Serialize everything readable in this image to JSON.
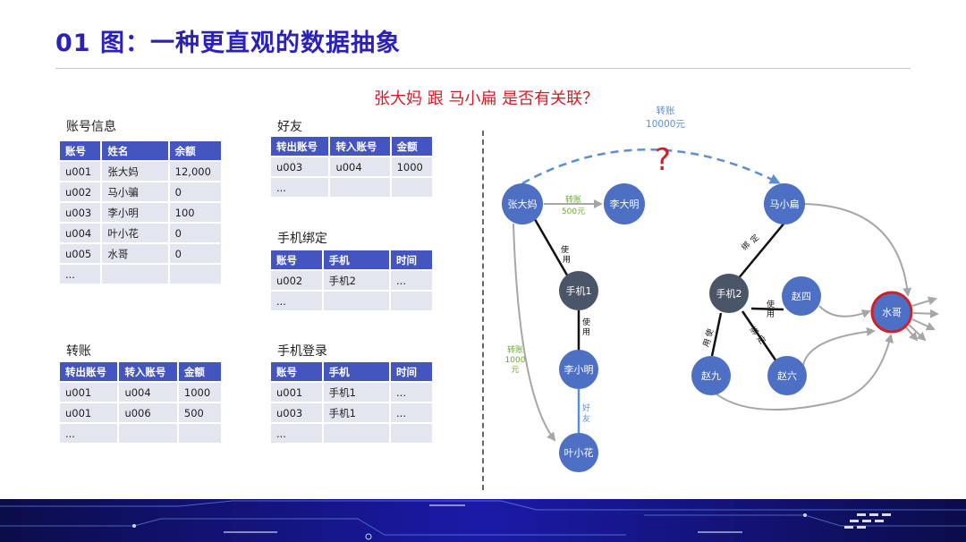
{
  "title": "01 图：一种更直观的数据抽象",
  "question": "张大妈 跟 马小扁 是否有关联？",
  "tables": {
    "accounts": {
      "label": "账号信息",
      "headers": [
        "账号",
        "姓名",
        "余额"
      ],
      "rows": [
        [
          "u001",
          "张大妈",
          "12,000"
        ],
        [
          "u002",
          "马小骗",
          "0"
        ],
        [
          "u003",
          "李小明",
          "100"
        ],
        [
          "u004",
          "叶小花",
          "0"
        ],
        [
          "u005",
          "水哥",
          "0"
        ],
        [
          "...",
          "",
          ""
        ]
      ]
    },
    "friends": {
      "label": "好友",
      "headers": [
        "转出账号",
        "转入账号",
        "金额"
      ],
      "rows": [
        [
          "u003",
          "u004",
          "1000"
        ],
        [
          "...",
          "",
          ""
        ]
      ]
    },
    "phone_bind": {
      "label": "手机绑定",
      "headers": [
        "账号",
        "手机",
        "时间"
      ],
      "rows": [
        [
          "u002",
          "手机2",
          "..."
        ],
        [
          "...",
          "",
          ""
        ]
      ]
    },
    "transfer": {
      "label": "转账",
      "headers": [
        "转出账号",
        "转入账号",
        "金额"
      ],
      "rows": [
        [
          "u001",
          "u004",
          "1000"
        ],
        [
          "u001",
          "u006",
          "500"
        ],
        [
          "...",
          "",
          ""
        ]
      ]
    },
    "phone_login": {
      "label": "手机登录",
      "headers": [
        "账号",
        "手机",
        "时间"
      ],
      "rows": [
        [
          "u001",
          "手机1",
          "..."
        ],
        [
          "u003",
          "手机1",
          "..."
        ],
        [
          "...",
          "",
          ""
        ]
      ]
    }
  },
  "graph": {
    "nodes": {
      "zhang": "张大妈",
      "lidaming": "李大明",
      "maxiaobian": "马小扁",
      "phone1": "手机1",
      "phone2": "手机2",
      "zhaosi": "赵四",
      "shuige": "水哥",
      "lixiaoming": "李小明",
      "zhaojiu": "赵九",
      "zhaoliu": "赵六",
      "yexiaohua": "叶小花"
    },
    "edge_labels": {
      "unknown_transfer_1": "转账",
      "unknown_transfer_2": "10000元",
      "question_mark": "?",
      "t500_1": "转账",
      "t500_2": "500元",
      "use1_a": "使",
      "use1_b": "用",
      "use2_a": "使",
      "use2_b": "用",
      "friend_a": "好",
      "friend_b": "友",
      "t1000_1": "转账",
      "t1000_2": "1000",
      "t1000_3": "元",
      "bind_a": "绑",
      "bind_b": "定",
      "zs_use_a": "使",
      "zs_use_b": "用",
      "zj_use_a": "使",
      "zj_use_b": "用",
      "zl_bind_a": "绑",
      "zl_bind_b": "定"
    },
    "colors": {
      "node": "#4d6fc4",
      "phone_node": "#4a5568",
      "highlight_border": "#d0202a",
      "edge": "#111111",
      "gray_edge": "#a6a6a6",
      "dashed_edge": "#5b8fd4",
      "green_label": "#6aa832",
      "blue_label": "#5b8fd4"
    }
  }
}
